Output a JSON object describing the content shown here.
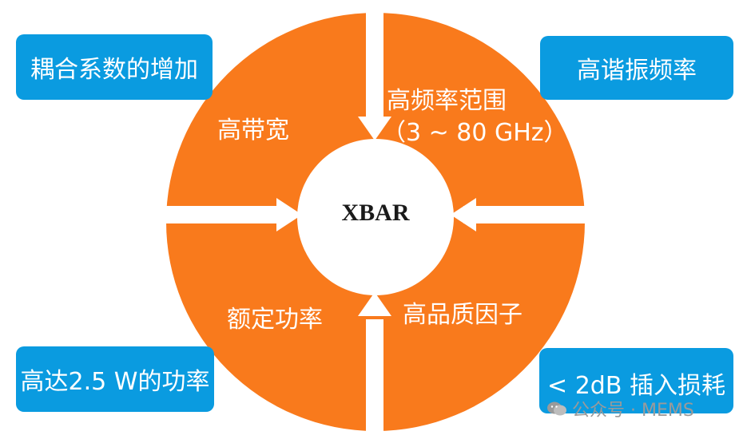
{
  "diagram": {
    "center": "XBAR",
    "quadrants": {
      "top_left": "高带宽",
      "top_right_line1": "高频率范围",
      "top_right_line2": "（3 ~ 80 GHz）",
      "bottom_left": "额定功率",
      "bottom_right": "高品质因子"
    },
    "callouts": {
      "top_left": "耦合系数的增加",
      "top_right": "高谐振频率",
      "bottom_left": "高达2.5 W的功率",
      "bottom_right": "< 2dB 插入损耗"
    },
    "watermark": "公众号 · MEMS",
    "colors": {
      "ring": "#f97a1c",
      "callout": "#0a9be0",
      "divider": "#ffffff",
      "text_dark": "#1a1a1a"
    }
  }
}
